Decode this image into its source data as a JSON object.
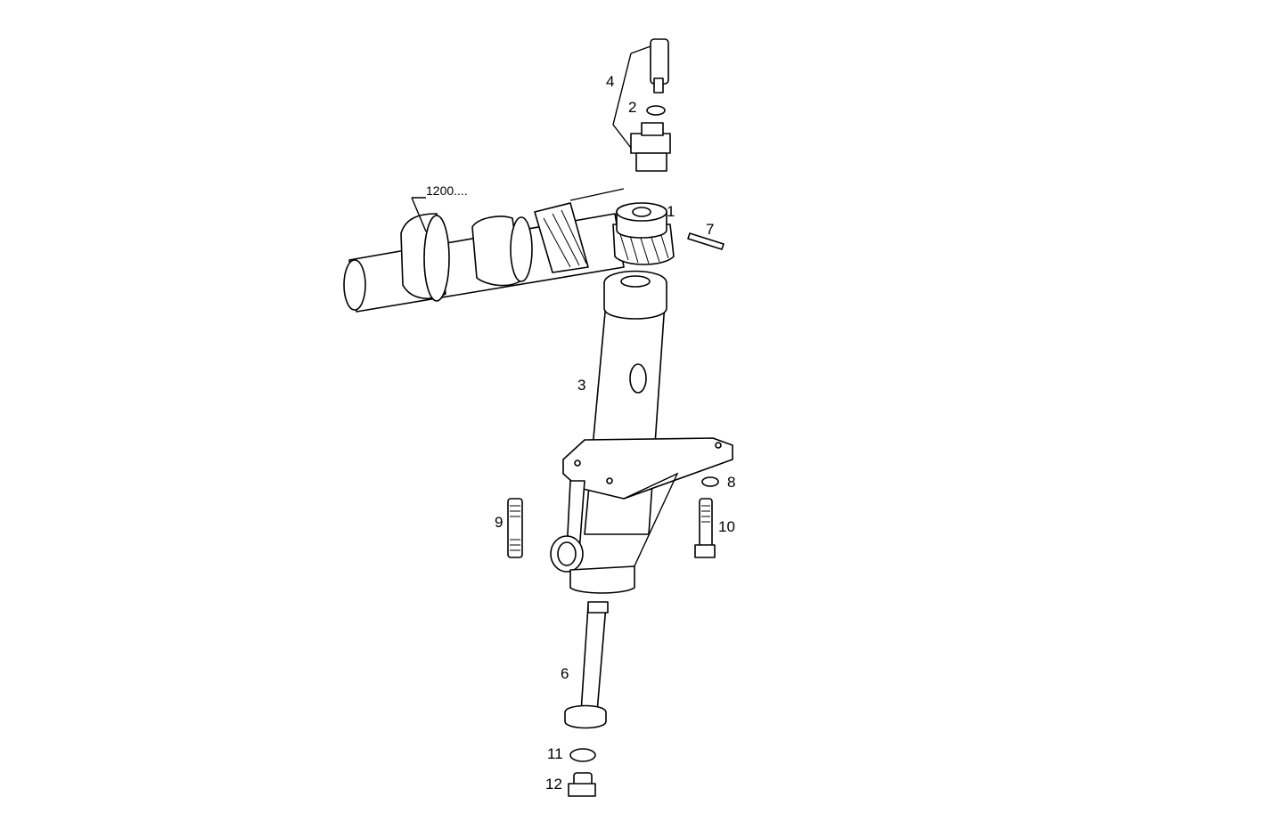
{
  "diagram": {
    "type": "exploded-parts-drawing",
    "background": "#ffffff",
    "line_color": "#000000",
    "reference_label": "1200....",
    "callouts": [
      {
        "id": "1",
        "label": "1",
        "part": "helical drive gear"
      },
      {
        "id": "2",
        "label": "2",
        "part": "snap ring"
      },
      {
        "id": "3",
        "label": "3",
        "part": "pump drive housing / shaft support"
      },
      {
        "id": "4",
        "label": "4",
        "part": "fitting assembly"
      },
      {
        "id": "6",
        "label": "6",
        "part": "drive shaft"
      },
      {
        "id": "7",
        "label": "7",
        "part": "roll pin"
      },
      {
        "id": "8",
        "label": "8",
        "part": "washer"
      },
      {
        "id": "9",
        "label": "9",
        "part": "stud"
      },
      {
        "id": "10",
        "label": "10",
        "part": "bolt"
      },
      {
        "id": "11",
        "label": "11",
        "part": "sealing washer"
      },
      {
        "id": "12",
        "label": "12",
        "part": "plug"
      }
    ]
  }
}
